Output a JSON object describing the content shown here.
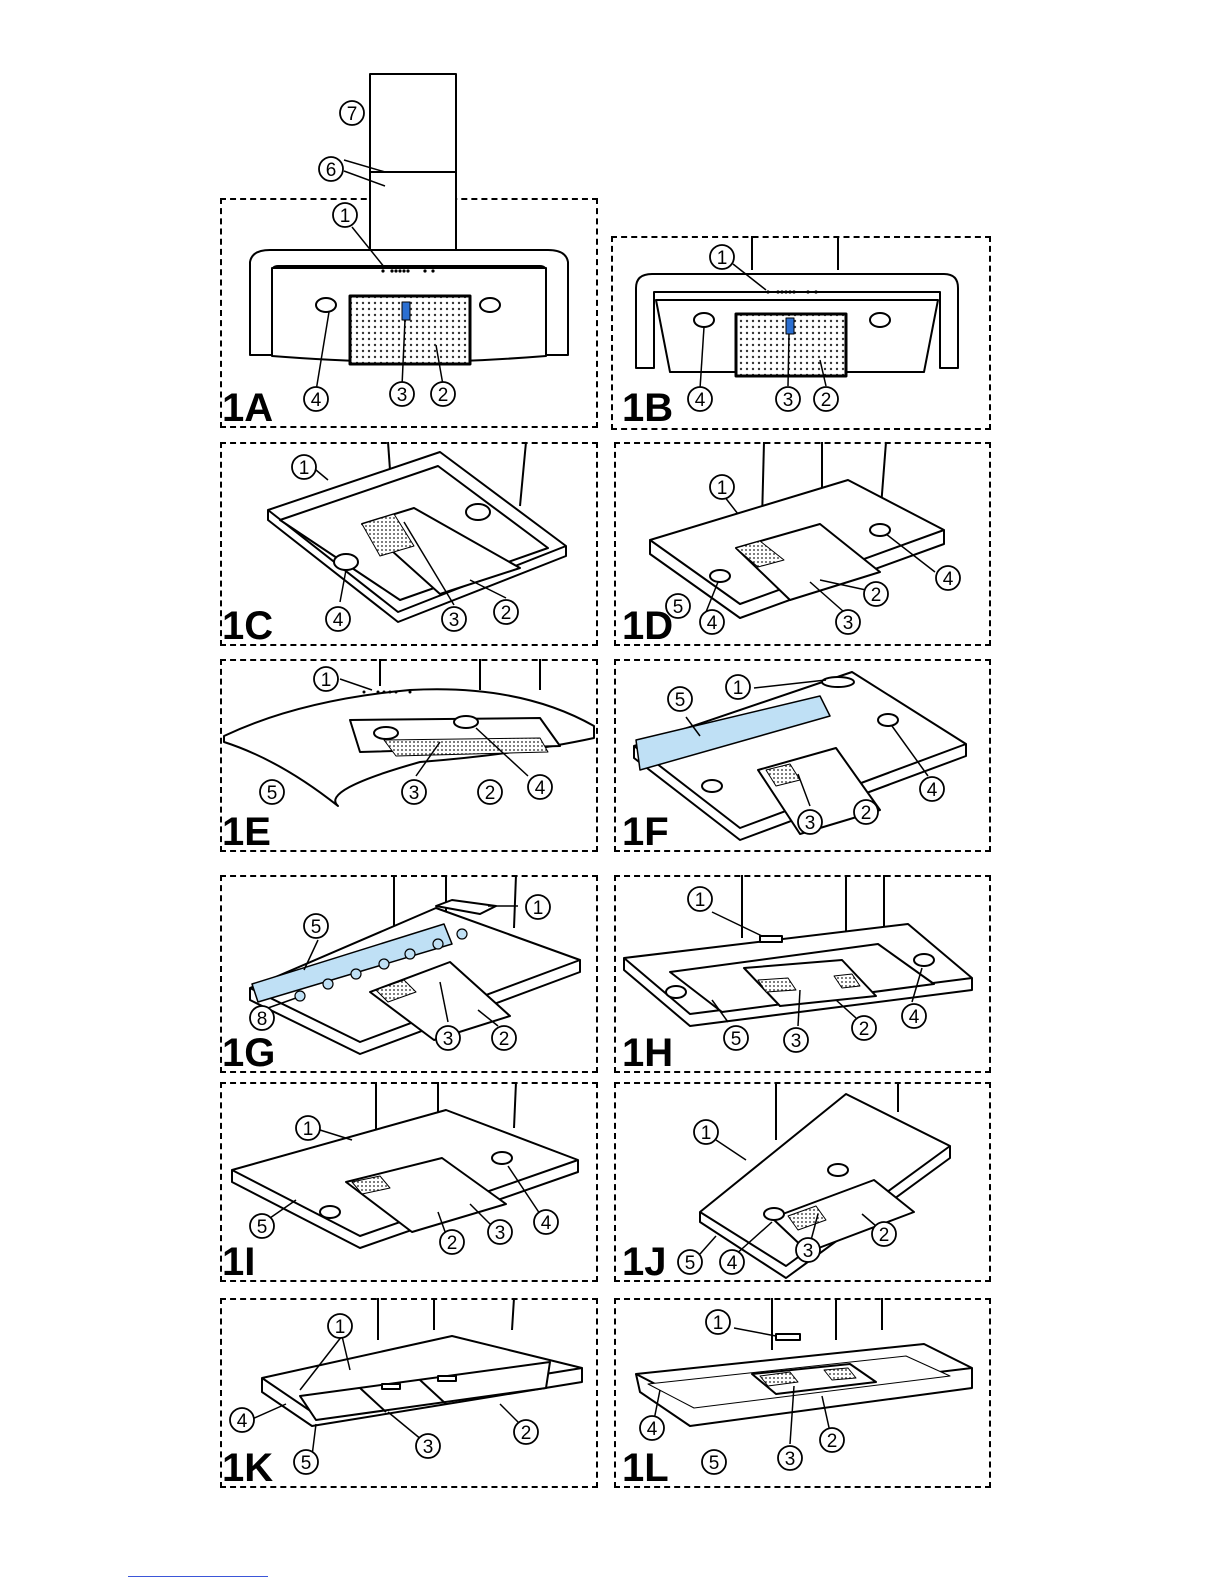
{
  "panels": [
    {
      "id": "1A",
      "label": "1A",
      "callouts": [
        "7",
        "6",
        "1",
        "4",
        "3",
        "2"
      ]
    },
    {
      "id": "1B",
      "label": "1B",
      "callouts": [
        "1",
        "4",
        "3",
        "2"
      ]
    },
    {
      "id": "1C",
      "label": "1C",
      "callouts": [
        "1",
        "4",
        "3",
        "2"
      ]
    },
    {
      "id": "1D",
      "label": "1D",
      "callouts": [
        "1",
        "5",
        "4",
        "3",
        "2",
        "4"
      ]
    },
    {
      "id": "1E",
      "label": "1E",
      "callouts": [
        "1",
        "5",
        "3",
        "2",
        "4"
      ]
    },
    {
      "id": "1F",
      "label": "1F",
      "callouts": [
        "1",
        "5",
        "4",
        "3",
        "2"
      ]
    },
    {
      "id": "1G",
      "label": "1G",
      "callouts": [
        "1",
        "5",
        "8",
        "3",
        "2"
      ]
    },
    {
      "id": "1H",
      "label": "1H",
      "callouts": [
        "1",
        "5",
        "3",
        "2",
        "4"
      ]
    },
    {
      "id": "1I",
      "label": "1I",
      "callouts": [
        "1",
        "5",
        "2",
        "3",
        "4"
      ]
    },
    {
      "id": "1J",
      "label": "1J",
      "callouts": [
        "1",
        "5",
        "4",
        "3",
        "2"
      ]
    },
    {
      "id": "1K",
      "label": "1K",
      "callouts": [
        "1",
        "4",
        "3",
        "5",
        "2"
      ]
    },
    {
      "id": "1L",
      "label": "1L",
      "callouts": [
        "1",
        "4",
        "5",
        "3",
        "2"
      ]
    }
  ],
  "colors": {
    "line": "#000000",
    "highlight": "#bfe0f5",
    "filter_indicator": "#2b6fd1",
    "link_underline": "#3b56d8"
  }
}
